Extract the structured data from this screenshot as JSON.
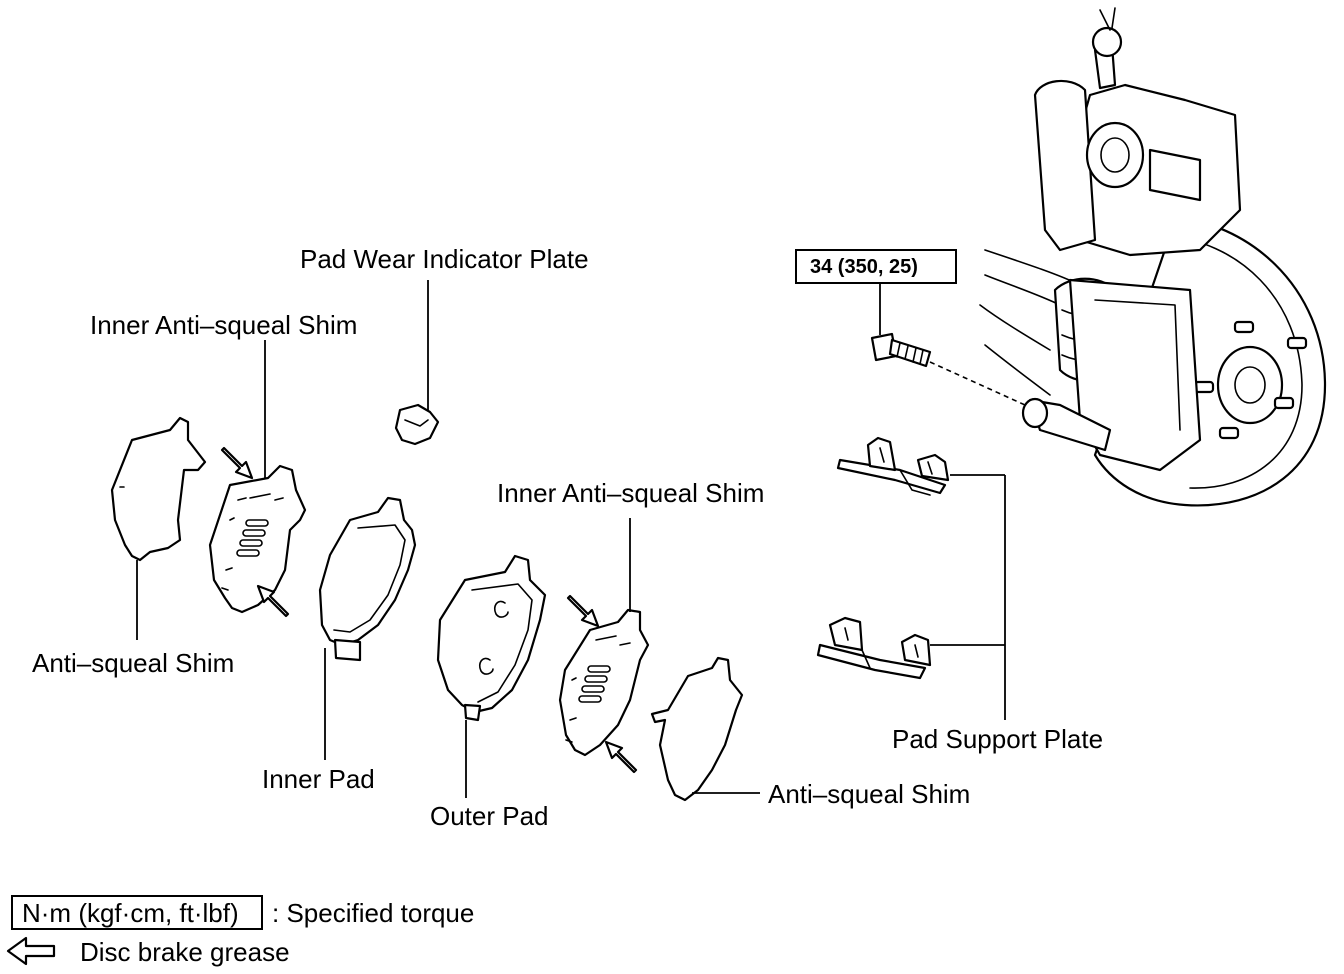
{
  "labels": {
    "pad_wear_indicator_plate": "Pad Wear Indicator Plate",
    "inner_anti_squeal_shim_left": "Inner Anti–squeal Shim",
    "inner_anti_squeal_shim_right": "Inner Anti–squeal Shim",
    "anti_squeal_shim_left": "Anti–squeal Shim",
    "anti_squeal_shim_right": "Anti–squeal Shim",
    "inner_pad": "Inner Pad",
    "outer_pad": "Outer Pad",
    "pad_support_plate": "Pad Support Plate",
    "torque_value": "34 (350, 25)"
  },
  "legend": {
    "torque_unit": "N·m (kgf·cm, ft·lbf)",
    "torque_desc": ": Specified torque",
    "grease_desc": "Disc brake grease"
  }
}
